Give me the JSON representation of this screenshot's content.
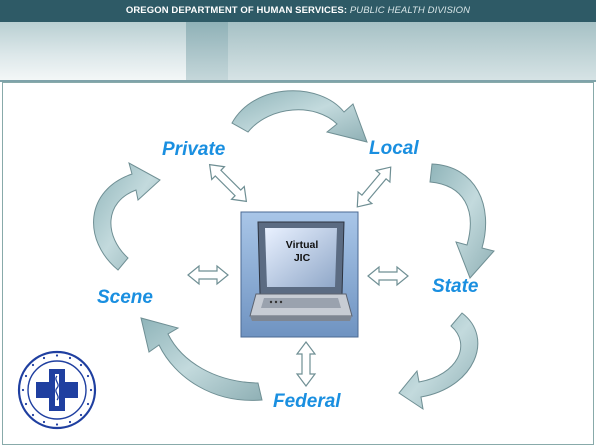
{
  "header": {
    "org": "OREGON DEPARTMENT OF HUMAN SERVICES:",
    "division": "PUBLIC HEALTH DIVISION"
  },
  "diagram": {
    "nodes": {
      "private": "Private",
      "local": "Local",
      "state": "State",
      "federal": "Federal",
      "scene": "Scene"
    },
    "center": {
      "line1": "Virtual",
      "line2": "JIC"
    }
  },
  "colors": {
    "label": "#1a8fe0",
    "arrow_fill": "#a9c8cc",
    "header_bg": "#2e5a66",
    "seal_blue": "#1f3fa0"
  },
  "icons": [
    "curved-arrow-icon",
    "double-arrow-icon",
    "laptop-icon",
    "seal-icon"
  ]
}
